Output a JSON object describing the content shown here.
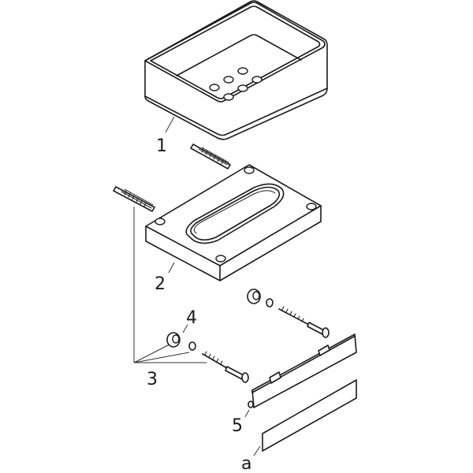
{
  "diagram": {
    "type": "exploded-assembly",
    "subject": "wall-mounted soap dish",
    "parts": [
      {
        "id": "1",
        "label": "1",
        "name": "soap dish tray"
      },
      {
        "id": "2",
        "label": "2",
        "name": "mounting plate"
      },
      {
        "id": "3",
        "label": "3",
        "name": "fixing set (threaded pins, dowels, washers)"
      },
      {
        "id": "4",
        "label": "4",
        "name": "wall plug"
      },
      {
        "id": "5",
        "label": "5",
        "name": "wall bracket"
      },
      {
        "id": "a",
        "label": "a",
        "name": "adhesive strip"
      }
    ],
    "colors": {
      "line": "#1a1a1a",
      "background": "#ffffff"
    }
  }
}
